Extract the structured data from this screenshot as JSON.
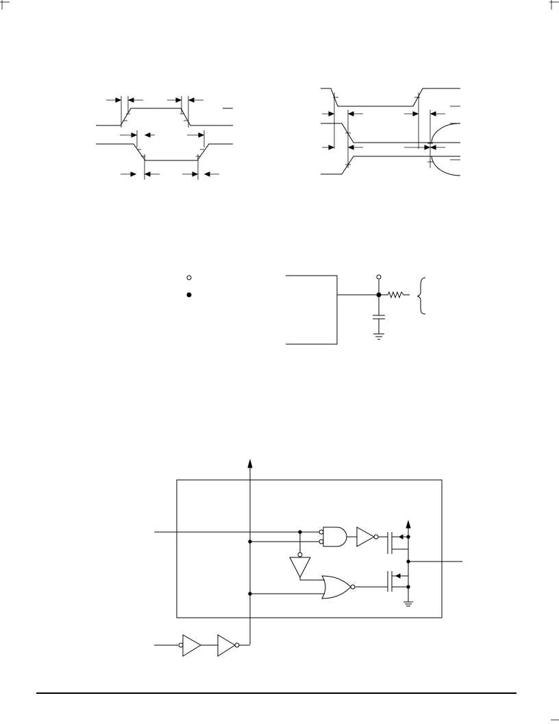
{
  "page": {
    "figures": [
      {
        "id": "timing-waveform-left",
        "labels": []
      },
      {
        "id": "timing-waveform-right",
        "labels": []
      },
      {
        "id": "test-load-circuit",
        "labels": []
      },
      {
        "id": "output-logic-diagram",
        "labels": []
      }
    ],
    "footer": {
      "text": ""
    }
  }
}
